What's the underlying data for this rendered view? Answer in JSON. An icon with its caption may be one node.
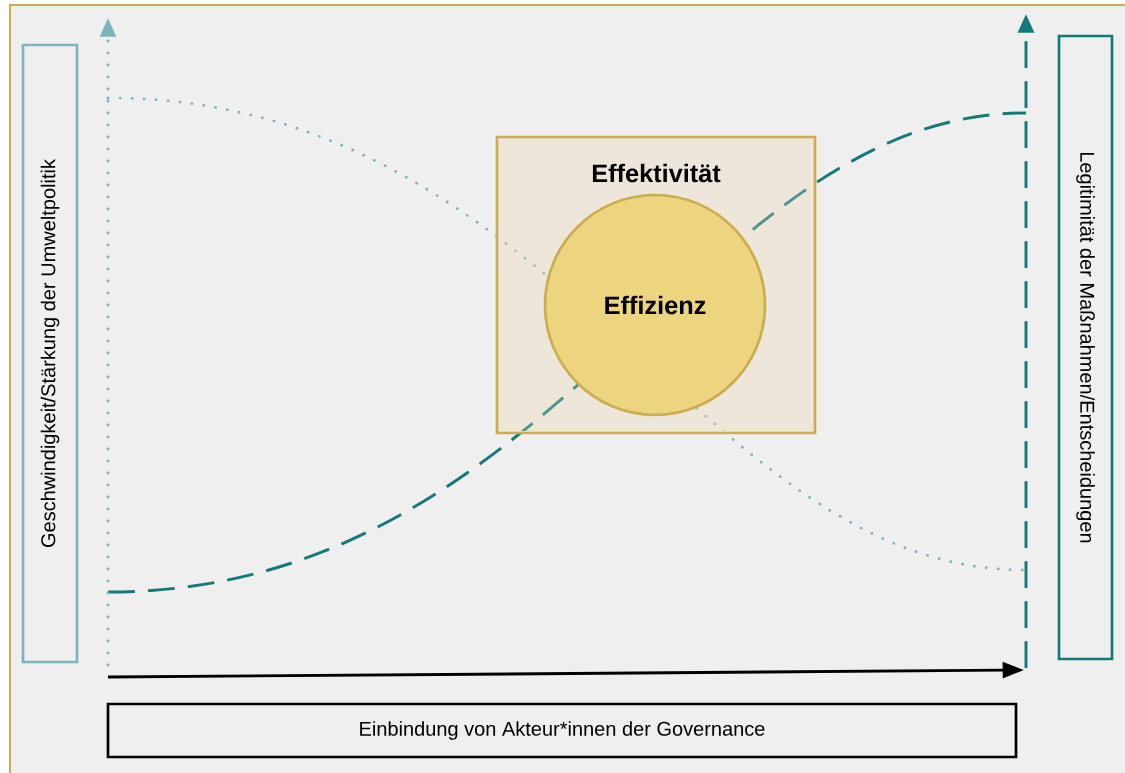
{
  "diagram": {
    "nodes": [
      {
        "text": [
          "Geschwindigkeit/Stärkung der Umweltpolitik"
        ]
      },
      {
        "text": [
          "Legitimität der Maßnahmen/Entscheidungen"
        ]
      },
      {
        "text": [
          "Effektivität"
        ]
      },
      {
        "text": [
          "Effizienz"
        ],
        "in": 2
      },
      {
        "text": [
          "Einbindung von Akteur*innen der Governance"
        ]
      }
    ]
  }
}
